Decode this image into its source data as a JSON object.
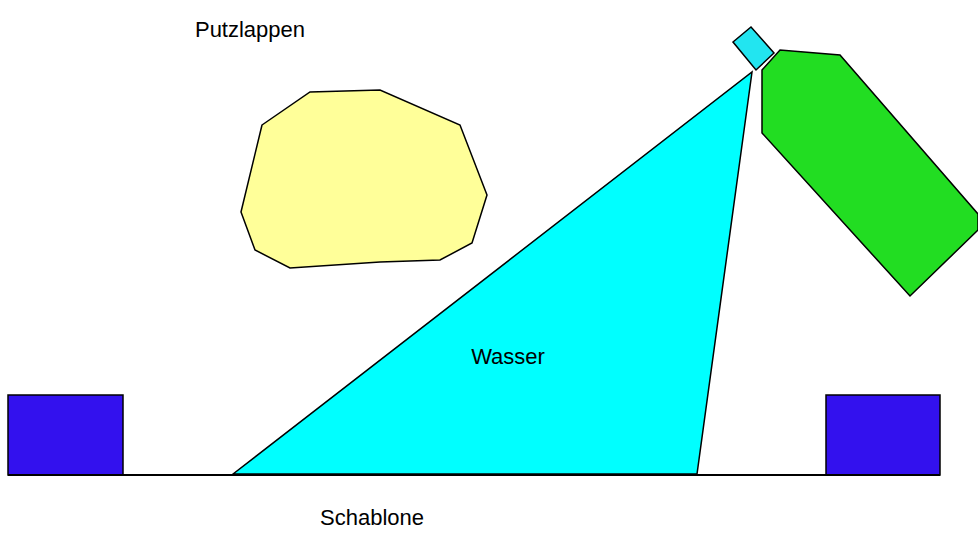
{
  "diagram": {
    "nodes": [
      {
        "text": [
          "Putzlappen"
        ]
      },
      {
        "text": [
          "Wasser"
        ]
      }
    ],
    "labels": [
      "Schablone"
    ]
  }
}
